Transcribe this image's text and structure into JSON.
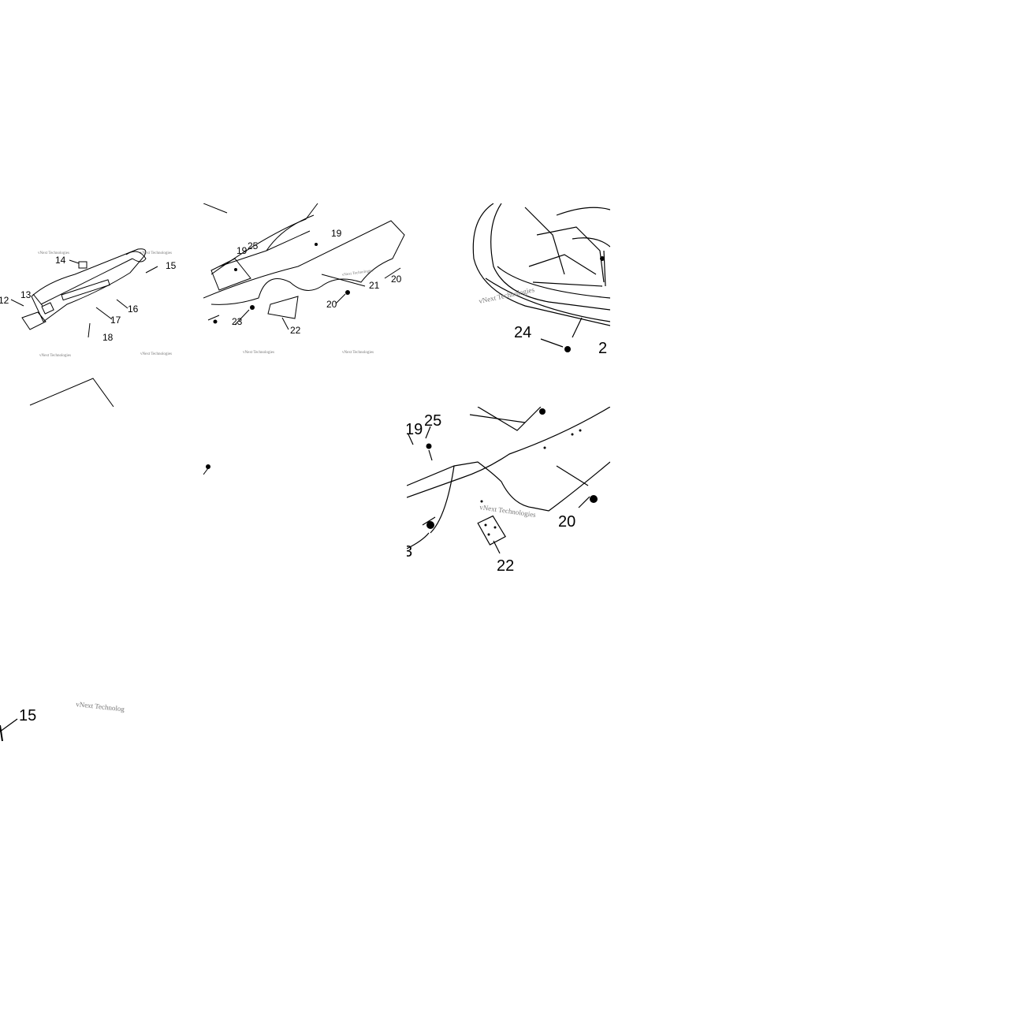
{
  "watermark": "vNext Technologies",
  "watermark_partial": "vNext Technolog",
  "callouts": {
    "c12": "12",
    "c13": "13",
    "c14": "14",
    "c15": "15",
    "c16": "16",
    "c17": "17",
    "c18": "18",
    "c19": "19",
    "c20": "20",
    "c21": "21",
    "c22": "22",
    "c23": "23",
    "c24": "24",
    "c25": "25",
    "c2_partial": "2",
    "c3_partial": "3"
  }
}
